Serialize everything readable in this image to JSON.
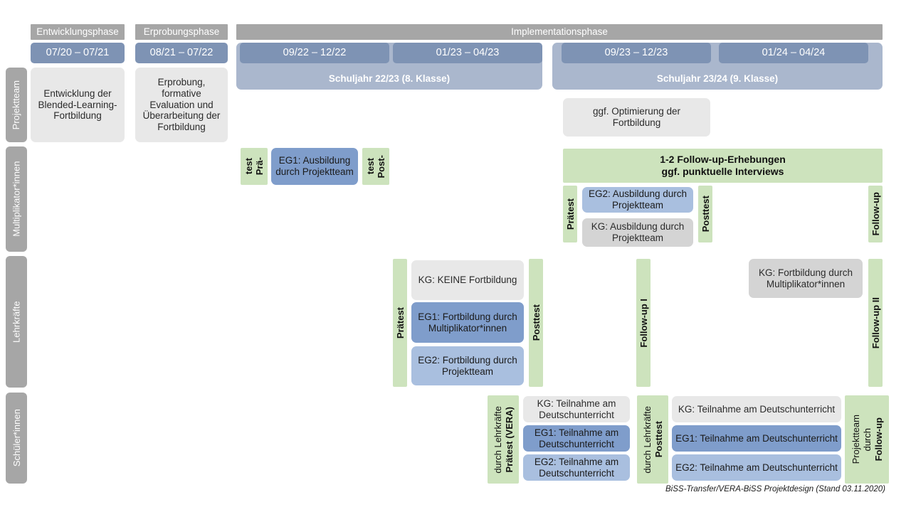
{
  "figure": {
    "footer": "BiSS-Transfer/VERA-BiSS Projektdesign (Stand 03.11.2020)"
  },
  "colors": {
    "header_gray": "#a6a6a6",
    "date_blue": "#7e93b4",
    "year_blue": "#aab7cd",
    "eg1_blue": "#7f9dcb",
    "eg2_blue": "#a9bfdf",
    "neutral_gray": "#e8e8e8",
    "kg_gray": "#d4d4d4",
    "test_green": "#cde3bd"
  },
  "phases": [
    {
      "label": "Entwicklungsphase"
    },
    {
      "label": "Erprobungsphase"
    },
    {
      "label": "Implementationsphase"
    }
  ],
  "periods": [
    {
      "label": "07/20 – 07/21"
    },
    {
      "label": "08/21 – 07/22"
    },
    {
      "label": "09/22 – 12/22"
    },
    {
      "label": "01/23 – 04/23"
    },
    {
      "label": "09/23 – 12/23"
    },
    {
      "label": "01/24 – 04/24"
    }
  ],
  "school_years": [
    {
      "label": "Schuljahr 22/23 (8. Klasse)"
    },
    {
      "label": "Schuljahr 23/24 (9. Klasse)"
    }
  ],
  "rows": [
    {
      "label": "Projektteam"
    },
    {
      "label": "Multiplikator*innen"
    },
    {
      "label": "Lehrkräfte"
    },
    {
      "label": "Schüler*innen"
    }
  ],
  "projektteam": {
    "entwicklung": "Entwicklung der Blended-Learning-Fortbildung",
    "erprobung": "Erprobung, formative Evaluation und Überarbeitung der Fortbildung",
    "optimierung": "ggf. Optimierung der Fortbildung"
  },
  "multiplikatoren": {
    "praetest_1": "Prä-",
    "praetest_2": "test",
    "posttest_1": "Post-",
    "posttest_2": "test",
    "eg1": "EG1: Ausbildung durch Projektteam",
    "followup_band_line1": "1-2 Follow-up-Erhebungen",
    "followup_band_line2": "ggf. punktuelle Interviews",
    "praetest_2023": "Prätest",
    "posttest_2023": "Posttest",
    "followup": "Follow-up",
    "eg2": "EG2: Ausbildung durch Projektteam",
    "kg": "KG: Ausbildung durch Projektteam"
  },
  "lehrkraefte": {
    "praetest": "Prätest",
    "posttest": "Posttest",
    "kg_keine": "KG:  KEINE Fortbildung",
    "eg1": "EG1: Fortbildung durch Multiplikator*innen",
    "eg2": "EG2: Fortbildung durch Projektteam",
    "followup_1": "Follow-up I",
    "kg_fortbildung": "KG: Fortbildung durch Multiplikator*innen",
    "followup_2": "Follow-up II"
  },
  "schueler": {
    "praetest_bold": "Prätest (VERA)",
    "praetest_sub": "durch Lehrkräfte",
    "posttest_bold": "Posttest",
    "posttest_sub": "durch Lehrkräfte",
    "followup_bold": "Follow-up",
    "followup_sub1": "durch",
    "followup_sub2": "Projektteam",
    "kg_1": "KG: Teilnahme am Deutschunterricht",
    "eg1_1": "EG1: Teilnahme am Deutschunterricht",
    "eg2_1": "EG2: Teilnahme am Deutschunterricht",
    "kg_2": "KG: Teilnahme am Deutschunterricht",
    "eg1_2": "EG1: Teilnahme am Deutschunterricht",
    "eg2_2": "EG2: Teilnahme am Deutschunterricht"
  }
}
